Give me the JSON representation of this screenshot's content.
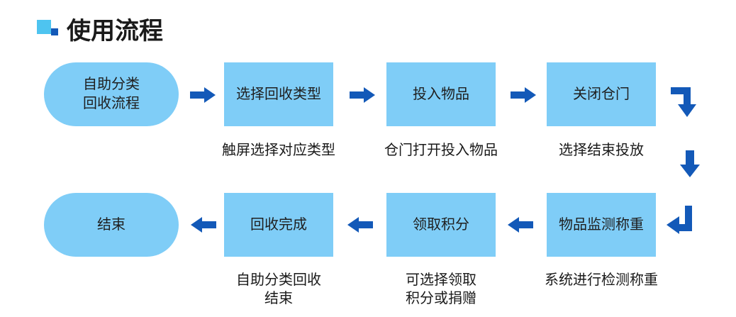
{
  "title": "使用流程",
  "colors": {
    "node_fill": "#7fcdf7",
    "arrow": "#1359b8",
    "title_square_light": "#4ec4f0",
    "title_square_dark": "#1359b8"
  },
  "row1": {
    "start": "自助分类\n回收流程",
    "steps": [
      {
        "label": "选择回收类型",
        "caption": "触屏选择对应类型"
      },
      {
        "label": "投入物品",
        "caption": "仓门打开投入物品"
      },
      {
        "label": "关闭仓门",
        "caption": "选择结束投放"
      }
    ]
  },
  "row2": {
    "steps": [
      {
        "label": "物品监测称重",
        "caption": "系统进行检测称重"
      },
      {
        "label": "领取积分",
        "caption": "可选择领取\n积分或捐赠"
      },
      {
        "label": "回收完成",
        "caption": "自助分类回收\n结束"
      }
    ],
    "end": "结束"
  }
}
